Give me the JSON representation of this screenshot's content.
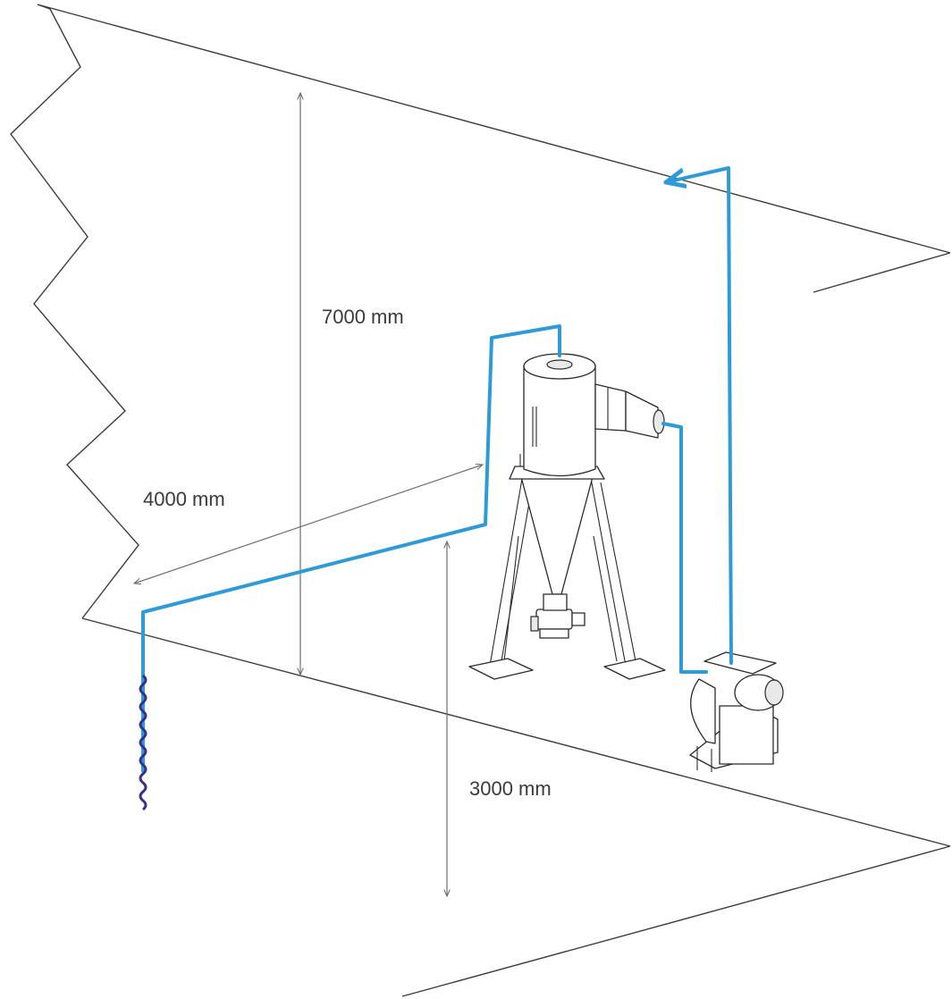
{
  "dimensions": {
    "height_total": "7000 mm",
    "depth": "4000 mm",
    "height_lower": "3000 mm"
  },
  "colors": {
    "pipe": "#2f9bd6",
    "hose": "#3a2f8f",
    "outline": "#2a2a2a"
  }
}
